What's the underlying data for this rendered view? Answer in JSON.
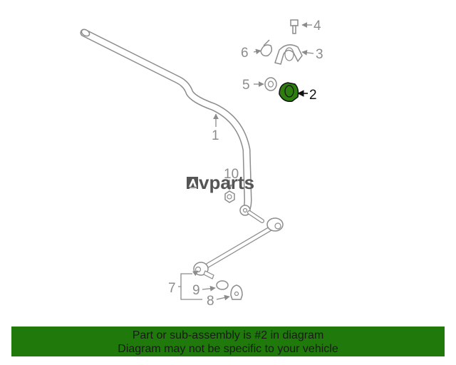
{
  "watermark": {
    "prefix": "ɅV",
    "text": "vparts"
  },
  "callouts": {
    "c1": "1",
    "c2": "2",
    "c3": "3",
    "c4": "4",
    "c5": "5",
    "c6": "6",
    "c7": "7",
    "c8": "8",
    "c9": "9",
    "c10": "10"
  },
  "highlight": {
    "part": "2",
    "color": "#2e7d0f"
  },
  "banner": {
    "line1": "Part or sub-assembly is #2 in diagram",
    "line2": "Diagram may not be specific to your vehicle",
    "color": "#1f7a0b"
  }
}
